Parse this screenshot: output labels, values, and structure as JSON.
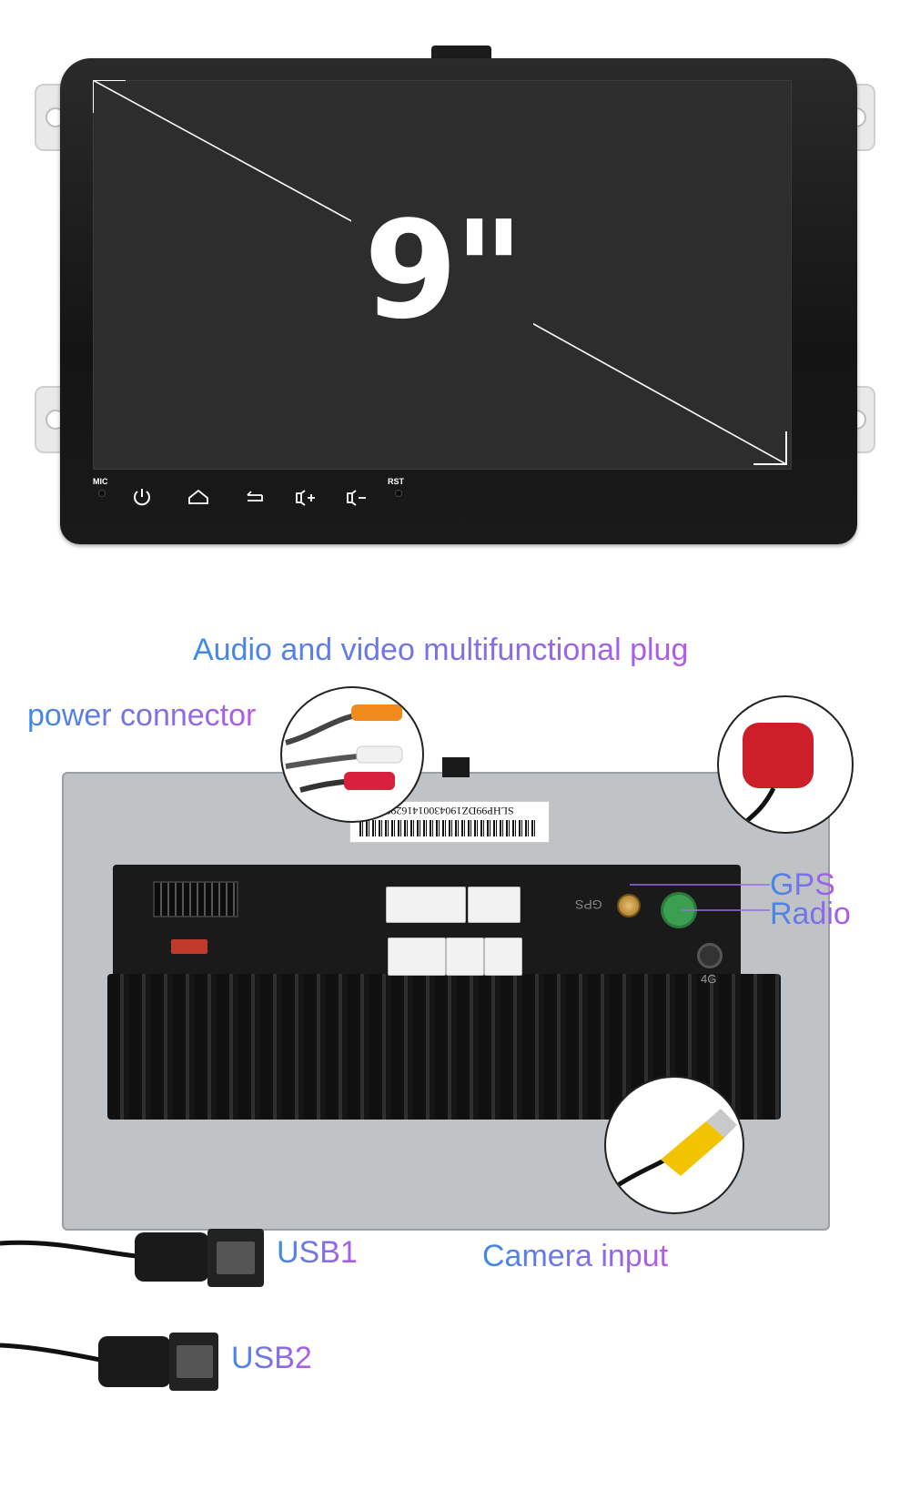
{
  "front": {
    "screen_size": "9\"",
    "mic_label": "MIC",
    "rst_label": "RST",
    "buttons": [
      {
        "icon": "power-icon"
      },
      {
        "icon": "home-icon"
      },
      {
        "icon": "back-icon"
      },
      {
        "icon": "volume-up-icon"
      },
      {
        "icon": "volume-down-icon"
      }
    ]
  },
  "rear": {
    "serial": "SLHP99DZ19043001416299",
    "gps_port_mark": "GPS",
    "port_4g_mark": "4G"
  },
  "labels": {
    "av_plug": "Audio and video multifunctional plug",
    "power": "power connector",
    "gps": "GPS",
    "radio": "Radio",
    "usb1": "USB1",
    "usb2": "USB2",
    "camera": "Camera input"
  },
  "colors": {
    "label_start": "#3f8ae6",
    "label_end": "#b45ae6",
    "screen": "#2d2d2d",
    "bezel": "#141414"
  }
}
